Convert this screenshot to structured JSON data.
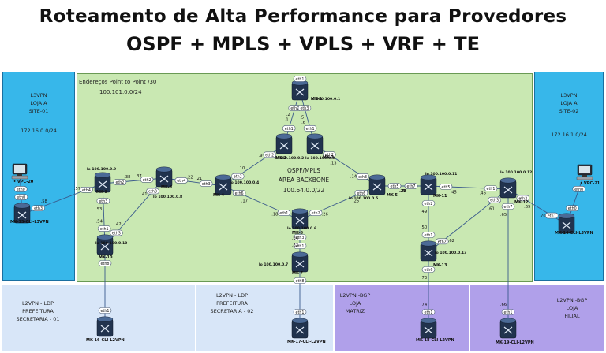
{
  "title": {
    "line1": "Roteamento de Alta Performance para Provedores",
    "line2": "OSPF + MPLS + VPLS + VRF + TE"
  },
  "colors": {
    "backbone_fill": "#c9e8b2",
    "l3vpn_fill": "#37b7ea",
    "l2vpn_ldp_fill": "#d8e6f8",
    "l2vpn_bgp_fill": "#b0a0ea",
    "router_fill": "#21334e",
    "link": "#3a5a8c"
  },
  "zones": {
    "backbone": {
      "ptp_title": "Endereços Point to Point /30",
      "ptp_net": "100.101.0.0/24",
      "ospf_lines": [
        "OSPF/MPLS",
        "AREA BACKBONE",
        "100.64.0.0/22"
      ]
    },
    "l3vpn_left": {
      "lines": [
        "L3VPN",
        "LOJA A",
        "SITE-01",
        "",
        "172.16.0.0/24"
      ]
    },
    "l3vpn_right": {
      "lines": [
        "L3VPN",
        "LOJA A",
        "SITE-02",
        "",
        "172.16.1.0/24"
      ]
    },
    "l2ldp1": {
      "lines": [
        "L2VPN - LDP",
        "PREFEITURA",
        "SECRETARIA - 01"
      ]
    },
    "l2ldp2": {
      "lines": [
        "L2VPN - LDP",
        "PREFEITURA",
        "SECRETARIA - 02"
      ]
    },
    "l2bgp1": {
      "lines": [
        "L2VPN -BGP",
        "LOJA",
        "MATRIZ"
      ]
    },
    "l2bgp2": {
      "lines": [
        "L2VPN -BGP",
        "LOJA",
        "FILIAL"
      ]
    }
  },
  "nodes": [
    {
      "id": "MK-1",
      "name": "MK-1",
      "lo": "lo 100.100.0.1"
    },
    {
      "id": "MK-2",
      "name": "MK-2",
      "lo": "lo 100.100.0.2"
    },
    {
      "id": "MK-3",
      "name": "MK-3",
      "lo": "lo 100.100.0.3"
    },
    {
      "id": "MK-4",
      "name": "MK-4",
      "lo": "lo 100.100.0.4"
    },
    {
      "id": "MK-5",
      "name": "MK-5",
      "lo": "lo 100.100.0.5"
    },
    {
      "id": "MK-6",
      "name": "MK-6",
      "lo": "lo 100.100.0.6"
    },
    {
      "id": "MK-7",
      "name": "MK-7",
      "lo": "lo 100.100.0.7"
    },
    {
      "id": "MK-8",
      "name": "MK-8",
      "lo": "lo 100.100.0.8"
    },
    {
      "id": "MK-9",
      "name": "MK-9",
      "lo": "lo 100.100.0.9"
    },
    {
      "id": "MK-10",
      "name": "MK-10",
      "lo": "lo 100.100.0.10"
    },
    {
      "id": "MK-11",
      "name": "MK-11",
      "lo": "lo 100.100.0.11"
    },
    {
      "id": "MK-12",
      "name": "MK-12",
      "lo": "lo 100.100.0.12"
    },
    {
      "id": "MK-13",
      "name": "MK-13",
      "lo": "lo 100.100.0.13"
    },
    {
      "id": "MK-15",
      "name": "MK-15-CLI-L3VPN",
      "lo": ""
    },
    {
      "id": "MK-14",
      "name": "MK-14-CLI-L3VPN",
      "lo": ""
    },
    {
      "id": "MK-16",
      "name": "MK-16-CLI-L2VPN",
      "lo": ""
    },
    {
      "id": "MK-17",
      "name": "MK-17-CLI-L2VPN",
      "lo": ""
    },
    {
      "id": "MK-18",
      "name": "MK-18-CLI-L2VPN",
      "lo": ""
    },
    {
      "id": "MK-19",
      "name": "MK-19-CLI-L2VPN",
      "lo": ""
    },
    {
      "id": "VPC-20",
      "name": "VPC-20",
      "lo": ""
    },
    {
      "id": "VPC-21",
      "name": "VPC-21",
      "lo": ""
    }
  ],
  "links": [
    {
      "a": "MK-1",
      "ai": "eth2",
      "ao": ".2",
      "b": "MK-2",
      "bi": "eth1",
      "bo": ".1"
    },
    {
      "a": "MK-1",
      "ai": "eth3",
      "ao": ".5",
      "b": "MK-3",
      "bi": "eth1",
      "bo": ".6"
    },
    {
      "a": "MK-2",
      "ai": "eth2",
      "ao": ".9",
      "b": "MK-4",
      "bi": "eth2",
      "bo": ".10"
    },
    {
      "a": "MK-3",
      "ai": "eth2",
      "ao": ".13",
      "b": "MK-5",
      "bi": "eth3",
      "bo": ".14"
    },
    {
      "a": "MK-4",
      "ai": "eth3",
      "ao": ".21",
      "b": "MK-8",
      "bi": "eth4",
      "bo": ".22"
    },
    {
      "a": "MK-4",
      "ai": "eth6",
      "ao": ".17",
      "b": "MK-6",
      "bi": "eth1",
      "bo": ".18"
    },
    {
      "a": "MK-6",
      "ai": "eth2",
      "ao": ".26",
      "b": "MK-5",
      "bi": "eth6",
      "bo": ".25"
    },
    {
      "a": "MK-6",
      "ai": "eth3",
      "ao": ".33",
      "b": "MK-7",
      "bi": "eth1",
      "bo": ".34"
    },
    {
      "a": "MK-8",
      "ai": "eth2",
      "ao": ".37",
      "b": "MK-9",
      "bi": "eth2",
      "bo": ".38"
    },
    {
      "a": "MK-8",
      "ai": "eth3",
      "ao": ".41",
      "b": "MK-10",
      "bi": "eth3",
      "bo": ".42"
    },
    {
      "a": "MK-9",
      "ai": "eth3",
      "ao": ".53",
      "b": "MK-10",
      "bi": "eth1",
      "bo": ".54"
    },
    {
      "a": "MK-5",
      "ai": "eth4",
      "ao": ".29",
      "b": "MK-11",
      "bi": "eth3",
      "bo": ".30"
    },
    {
      "a": "MK-5",
      "ai": "eth5",
      "ao": ".77",
      "b": "MK-11",
      "bi": "eth7",
      "bo": ".78"
    },
    {
      "a": "MK-11",
      "ai": "eth5",
      "ao": ".45",
      "b": "MK-12",
      "bi": "eth1",
      "bo": ".46"
    },
    {
      "a": "MK-11",
      "ai": "eth2",
      "ao": ".49",
      "b": "MK-13",
      "bi": "eth1",
      "bo": ".50"
    },
    {
      "a": "MK-13",
      "ai": "eth2",
      "ao": ".62",
      "b": "MK-12",
      "bi": "eth3",
      "bo": ".61"
    },
    {
      "a": "MK-9",
      "ai": "eth4",
      "ao": ".57",
      "b": "MK-15",
      "bi": "eth3",
      "bo": ".58"
    },
    {
      "a": "MK-12",
      "ai": "eth2",
      "ao": ".69",
      "b": "MK-14",
      "bi": "eth1",
      "bo": ".70"
    },
    {
      "a": "MK-12",
      "ai": "eth7",
      "ao": ".65",
      "b": "MK-19",
      "bi": "eth1",
      "bo": ".66"
    },
    {
      "a": "MK-13",
      "ai": "eth6",
      "ao": ".73",
      "b": "MK-18",
      "bi": "eth1",
      "bo": ".74"
    },
    {
      "a": "MK-10",
      "ai": "eth8",
      "ao": "",
      "b": "MK-16",
      "bi": "eth1",
      "bo": ""
    },
    {
      "a": "MK-7",
      "ai": "eth8",
      "ao": "",
      "b": "MK-17",
      "bi": "eth1",
      "bo": ""
    },
    {
      "a": "VPC-20",
      "ai": "eth0",
      "ao": "",
      "b": "MK-15",
      "bi": "eth0",
      "bo": ""
    },
    {
      "a": "VPC-21",
      "ai": "eth0",
      "ao": "",
      "b": "MK-14",
      "bi": "eth0",
      "bo": ""
    }
  ]
}
